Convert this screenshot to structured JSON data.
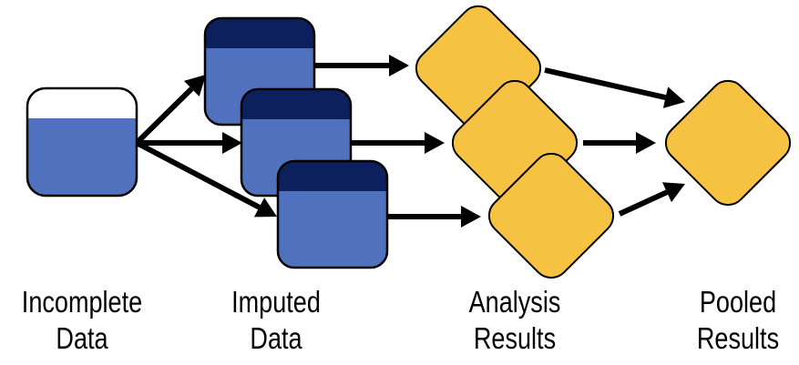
{
  "title": "Multiple imputation workflow",
  "colors": {
    "data_fill": "#4f71be",
    "data_header": "#0b205c",
    "incomplete_header": "#ffffff",
    "result_fill": "#f5c242",
    "stroke": "#000000",
    "arrow": "#000000"
  },
  "stages": [
    {
      "id": "incomplete",
      "line1": "Incomplete",
      "line2": "Data",
      "count": 1,
      "shape": "rounded-square"
    },
    {
      "id": "imputed",
      "line1": "Imputed",
      "line2": "Data",
      "count": 3,
      "shape": "rounded-square"
    },
    {
      "id": "analysis",
      "line1": "Analysis",
      "line2": "Results",
      "count": 3,
      "shape": "rounded-diamond"
    },
    {
      "id": "pooled",
      "line1": "Pooled",
      "line2": "Results",
      "count": 1,
      "shape": "rounded-diamond"
    }
  ],
  "edges": [
    {
      "from": "incomplete",
      "to": "imputed-1"
    },
    {
      "from": "incomplete",
      "to": "imputed-2"
    },
    {
      "from": "incomplete",
      "to": "imputed-3"
    },
    {
      "from": "imputed-1",
      "to": "analysis-1"
    },
    {
      "from": "imputed-2",
      "to": "analysis-2"
    },
    {
      "from": "imputed-3",
      "to": "analysis-3"
    },
    {
      "from": "analysis-1",
      "to": "pooled"
    },
    {
      "from": "analysis-2",
      "to": "pooled"
    },
    {
      "from": "analysis-3",
      "to": "pooled"
    }
  ]
}
